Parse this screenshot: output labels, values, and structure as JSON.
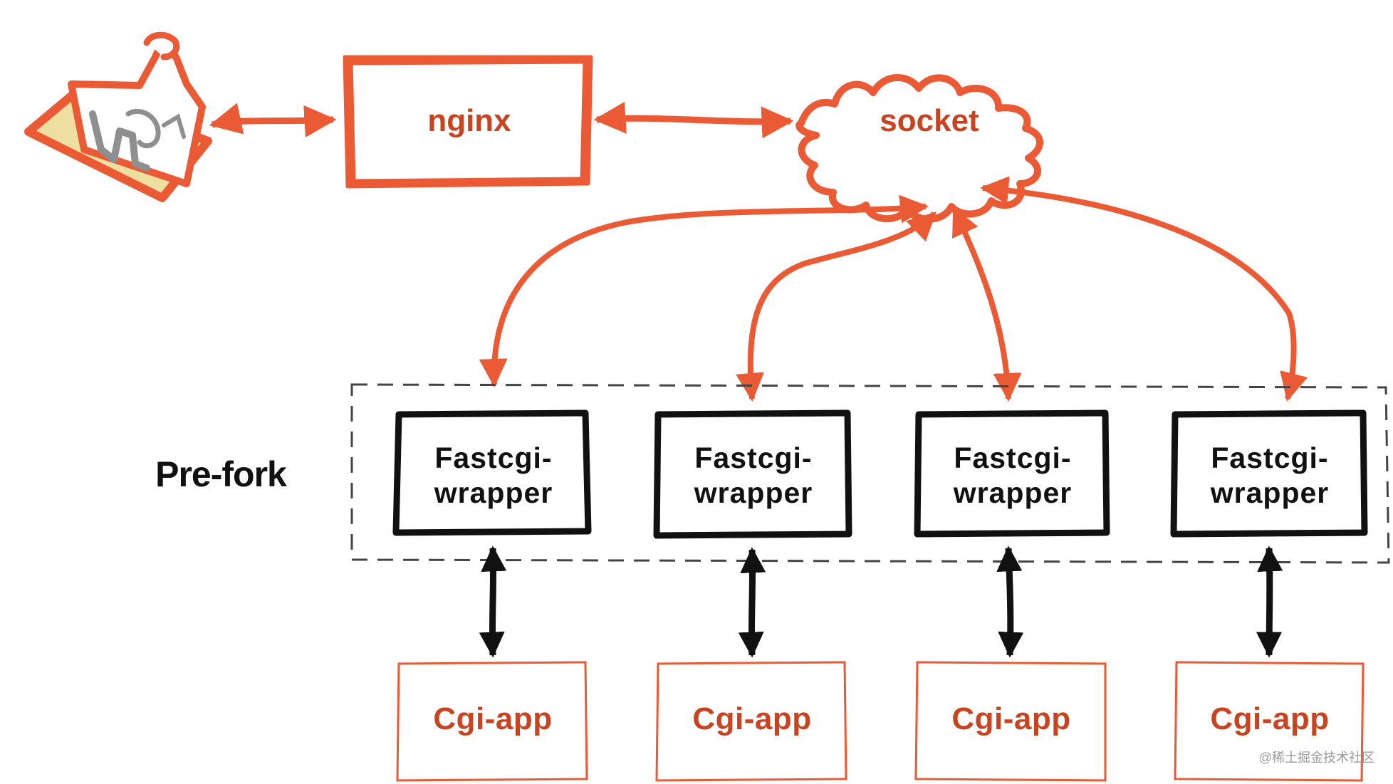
{
  "nodes": {
    "nginx": "nginx",
    "socket": "socket",
    "prefork": "Pre-fork",
    "wrappers": [
      {
        "line1": "Fastcgi-",
        "line2": "wrapper"
      },
      {
        "line1": "Fastcgi-",
        "line2": "wrapper"
      },
      {
        "line1": "Fastcgi-",
        "line2": "wrapper"
      },
      {
        "line1": "Fastcgi-",
        "line2": "wrapper"
      }
    ],
    "apps": [
      "Cgi-app",
      "Cgi-app",
      "Cgi-app",
      "Cgi-app"
    ]
  },
  "watermark": "@稀土掘金技术社区",
  "icons": {
    "client": "laptop-icon"
  },
  "colors": {
    "orange": "#ea5a35",
    "orange_text": "#c8431f",
    "black": "#111111",
    "dash": "#444444",
    "laptop_fill": "#eedea0",
    "laptop_gray": "#8f8f8f"
  }
}
